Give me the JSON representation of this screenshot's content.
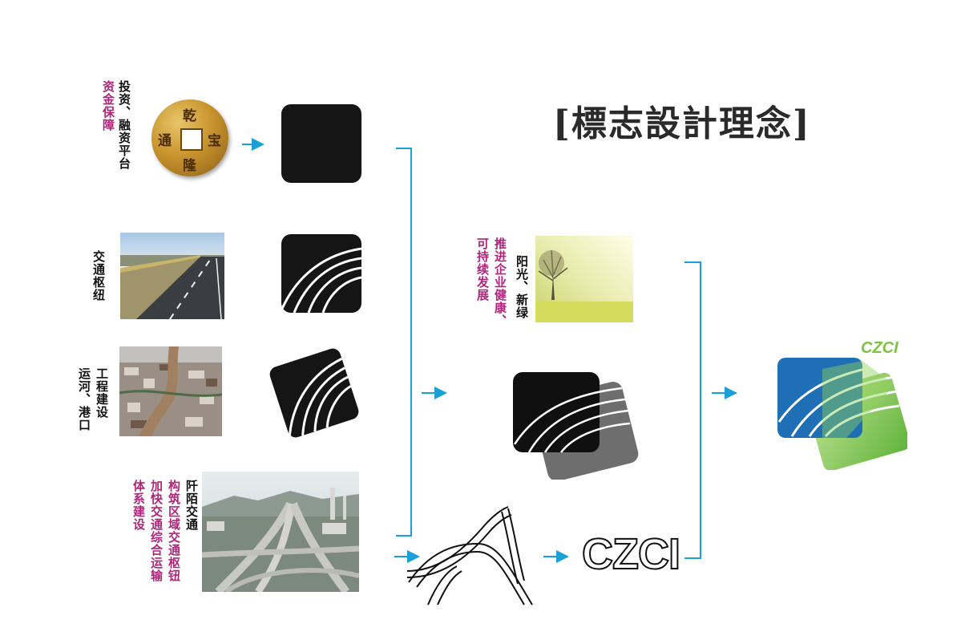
{
  "title": "[標志設計理念]",
  "labels": {
    "finance_black": "投资、融资平台",
    "finance_magenta": "资金保障",
    "traffic_hub": "交通枢纽",
    "canal_line1": "工程建设",
    "canal_line2": "运河、港口",
    "road_black": "阡陌交通",
    "road_magenta_1": "构筑区域交通枢钮",
    "road_magenta_2": "加快交通综合运输",
    "road_magenta_3": "体系建设",
    "sun_black": "阳光、新绿",
    "sun_magenta_1": "推进企业健康、",
    "sun_magenta_2": "可持续发展"
  },
  "coin": {
    "top": "乾",
    "bottom": "隆",
    "left": "通",
    "right": "宝"
  },
  "logo": {
    "wordmark": "CZCI",
    "final_wordmark": "CZCI"
  },
  "colors": {
    "arrow": "#1aa0d8",
    "label_magenta": "#b0247a",
    "logo_blue": "#1f6fb7",
    "logo_green": "#6dbb3f"
  }
}
